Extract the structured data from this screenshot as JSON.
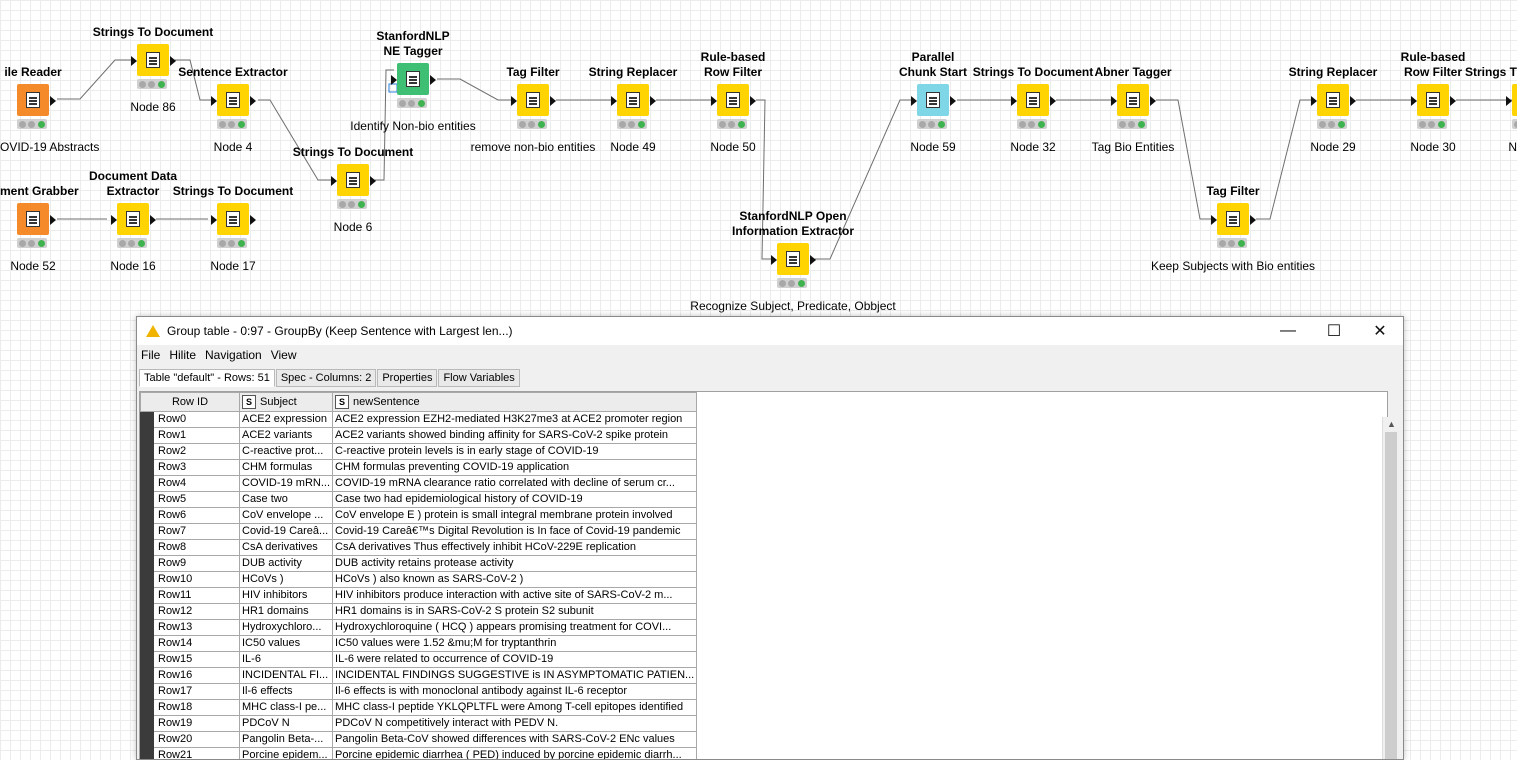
{
  "workflow": {
    "nodes": [
      {
        "id": "file-reader",
        "color": "#f58a2b",
        "title": "ile Reader",
        "caption": "OVID-19 Abstracts"
      },
      {
        "id": "strings-to-document-86",
        "color": "#ffd400",
        "title": "Strings To Document",
        "caption": "Node 86"
      },
      {
        "id": "sentence-extractor",
        "color": "#ffd400",
        "title": "Sentence Extractor",
        "caption": "Node 4"
      },
      {
        "id": "stanfordnlp-ne-tagger",
        "color": "#3fbf73",
        "title": "StanfordNLP\nNE Tagger",
        "caption": "Identify Non-bio entities"
      },
      {
        "id": "strings-to-document-6",
        "color": "#ffd400",
        "title": "Strings To Document",
        "caption": "Node 6"
      },
      {
        "id": "tag-filter-1",
        "color": "#ffd400",
        "title": "Tag Filter",
        "caption": "remove non-bio entities"
      },
      {
        "id": "string-replacer-49",
        "color": "#ffd400",
        "title": "String Replacer",
        "caption": "Node 49"
      },
      {
        "id": "rule-based-row-filter-50",
        "color": "#ffd400",
        "title": "Rule-based\nRow Filter",
        "caption": "Node 50"
      },
      {
        "id": "stanfordnlp-open-ie",
        "color": "#ffd400",
        "title": "StanfordNLP Open\nInformation Extractor",
        "caption": "Recognize Subject, Predicate, Obbject"
      },
      {
        "id": "parallel-chunk-start",
        "color": "#7fd6e6",
        "title": "Parallel\nChunk Start",
        "caption": "Node 59"
      },
      {
        "id": "strings-to-document-32",
        "color": "#ffd400",
        "title": "Strings To Document",
        "caption": "Node 32"
      },
      {
        "id": "abner-tagger",
        "color": "#ffd400",
        "title": "Abner Tagger",
        "caption": "Tag Bio Entities"
      },
      {
        "id": "tag-filter-2",
        "color": "#ffd400",
        "title": "Tag Filter",
        "caption": "Keep Subjects with Bio entities"
      },
      {
        "id": "string-replacer-29",
        "color": "#ffd400",
        "title": "String Replacer",
        "caption": "Node 29"
      },
      {
        "id": "rule-based-row-filter-30",
        "color": "#ffd400",
        "title": "Rule-based\nRow Filter",
        "caption": "Node 30"
      },
      {
        "id": "strings-to-document-cut",
        "color": "#ffd400",
        "title": "Strings T",
        "caption": "N"
      },
      {
        "id": "document-grabber",
        "color": "#f58a2b",
        "title": "ment Grabber",
        "caption": "Node 52"
      },
      {
        "id": "document-data-extractor",
        "color": "#ffd400",
        "title": "Document Data\nExtractor",
        "caption": "Node 16"
      },
      {
        "id": "strings-to-document-17",
        "color": "#ffd400",
        "title": "Strings To Document",
        "caption": "Node 17"
      }
    ]
  },
  "dialog": {
    "title": "Group table - 0:97 - GroupBy (Keep Sentence with Largest len...)",
    "controls": {
      "minimize": "—",
      "maximize": "☐",
      "close": "✕"
    },
    "menu": [
      "File",
      "Hilite",
      "Navigation",
      "View"
    ],
    "tabs": [
      "Table \"default\" - Rows: 51",
      "Spec - Columns: 2",
      "Properties",
      "Flow Variables"
    ],
    "table": {
      "col_rowid": "Row ID",
      "col_type": "S",
      "columns": [
        "Subject",
        "newSentence"
      ],
      "rows": [
        [
          "Row0",
          "ACE2 expression",
          "ACE2 expression EZH2-mediated H3K27me3 at ACE2 promoter region"
        ],
        [
          "Row1",
          "ACE2 variants",
          "ACE2 variants showed binding affinity for SARS-CoV-2 spike protein"
        ],
        [
          "Row2",
          "C-reactive prot...",
          "C-reactive protein levels is in early stage of COVID-19"
        ],
        [
          "Row3",
          "CHM formulas",
          "CHM formulas preventing COVID-19 application"
        ],
        [
          "Row4",
          "COVID-19 mRN...",
          "COVID-19 mRNA clearance ratio correlated with decline of serum cr..."
        ],
        [
          "Row5",
          "Case two",
          "Case two had epidemiological history of COVID-19"
        ],
        [
          "Row6",
          "CoV envelope ...",
          "CoV envelope E ) protein is small integral membrane protein involved"
        ],
        [
          "Row7",
          "Covid-19 Careâ...",
          "Covid-19 Careâ€™s Digital Revolution is In face of Covid-19 pandemic"
        ],
        [
          "Row8",
          "CsA derivatives",
          "CsA derivatives Thus effectively inhibit HCoV-229E replication"
        ],
        [
          "Row9",
          "DUB activity",
          "DUB activity retains protease activity"
        ],
        [
          "Row10",
          "HCoVs )",
          "HCoVs ) also known as SARS-CoV-2 )"
        ],
        [
          "Row11",
          "HIV inhibitors",
          "HIV inhibitors produce interaction with active site of SARS-CoV-2 m..."
        ],
        [
          "Row12",
          "HR1 domains",
          "HR1 domains is in SARS-CoV-2 S protein S2 subunit"
        ],
        [
          "Row13",
          "Hydroxychloro...",
          "Hydroxychloroquine ( HCQ ) appears promising treatment for COVI..."
        ],
        [
          "Row14",
          "IC50 values",
          "IC50 values were 1.52 &mu;M for tryptanthrin"
        ],
        [
          "Row15",
          "IL-6",
          "IL-6 were related to occurrence of COVID-19"
        ],
        [
          "Row16",
          "INCIDENTAL FI...",
          "INCIDENTAL FINDINGS SUGGESTIVE is IN ASYMPTOMATIC PATIEN..."
        ],
        [
          "Row17",
          "Il-6 effects",
          "Il-6 effects is with monoclonal antibody against IL-6 receptor"
        ],
        [
          "Row18",
          "MHC class-I pe...",
          "MHC class-I peptide YKLQPLTFL were Among T-cell epitopes identified"
        ],
        [
          "Row19",
          "PDCoV N",
          "PDCoV N competitively interact with PEDV N."
        ],
        [
          "Row20",
          "Pangolin Beta-...",
          "Pangolin Beta-CoV showed differences with SARS-CoV-2 ENc values"
        ],
        [
          "Row21",
          "Porcine epidem...",
          "Porcine epidemic diarrhea ( PED) induced by porcine epidemic diarrh..."
        ]
      ]
    }
  }
}
